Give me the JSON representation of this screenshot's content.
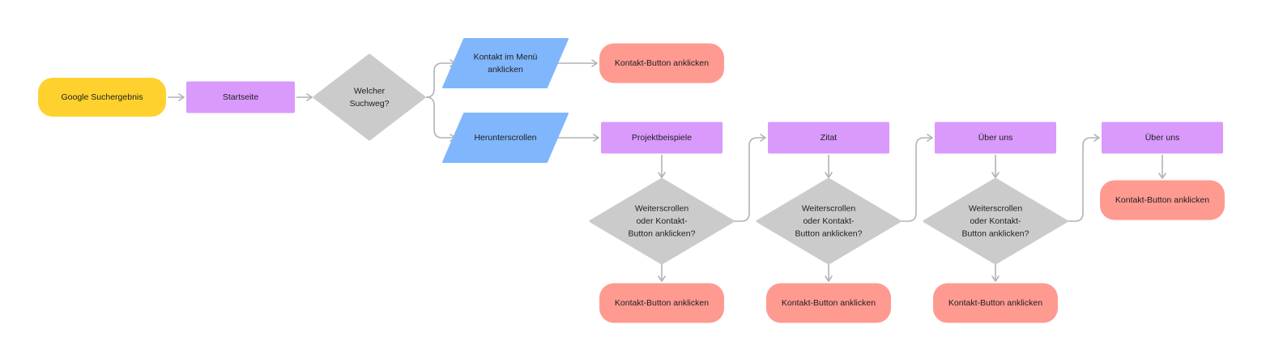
{
  "colors": {
    "start": "#ffd12e",
    "page": "#d99afc",
    "decision": "#cccbcb",
    "input": "#80b6fb",
    "terminal": "#ff9a91",
    "edge": "#b3b3b3",
    "text": "#1e1e1e"
  },
  "nodes": {
    "google": {
      "lines": [
        "Google Suchergebnis"
      ]
    },
    "startseite": {
      "lines": [
        "Startseite"
      ]
    },
    "welcher": {
      "lines": [
        "Welcher",
        "Suchweg?"
      ]
    },
    "kontakt_menu": {
      "lines": [
        "Kontakt im Menü",
        "anklicken"
      ]
    },
    "kontakt_btn_top": {
      "lines": [
        "Kontakt-Button anklicken"
      ]
    },
    "herunterscrollen": {
      "lines": [
        "Herunterscrollen"
      ]
    },
    "projektbeispiele": {
      "lines": [
        "Projektbeispiele"
      ]
    },
    "zitat": {
      "lines": [
        "Zitat"
      ]
    },
    "ueber_uns_1": {
      "lines": [
        "Über uns"
      ]
    },
    "ueber_uns_2": {
      "lines": [
        "Über uns"
      ]
    },
    "kontakt_btn_right": {
      "lines": [
        "Kontakt-Button anklicken"
      ]
    },
    "decision_1": {
      "lines": [
        "Weiterscrollen",
        "oder Kontakt-",
        "Button anklicken?"
      ]
    },
    "decision_2": {
      "lines": [
        "Weiterscrollen",
        "oder Kontakt-",
        "Button anklicken?"
      ]
    },
    "decision_3": {
      "lines": [
        "Weiterscrollen",
        "oder Kontakt-",
        "Button anklicken?"
      ]
    },
    "kontakt_btn_1": {
      "lines": [
        "Kontakt-Button anklicken"
      ]
    },
    "kontakt_btn_2": {
      "lines": [
        "Kontakt-Button anklicken"
      ]
    },
    "kontakt_btn_3": {
      "lines": [
        "Kontakt-Button anklicken"
      ]
    }
  }
}
